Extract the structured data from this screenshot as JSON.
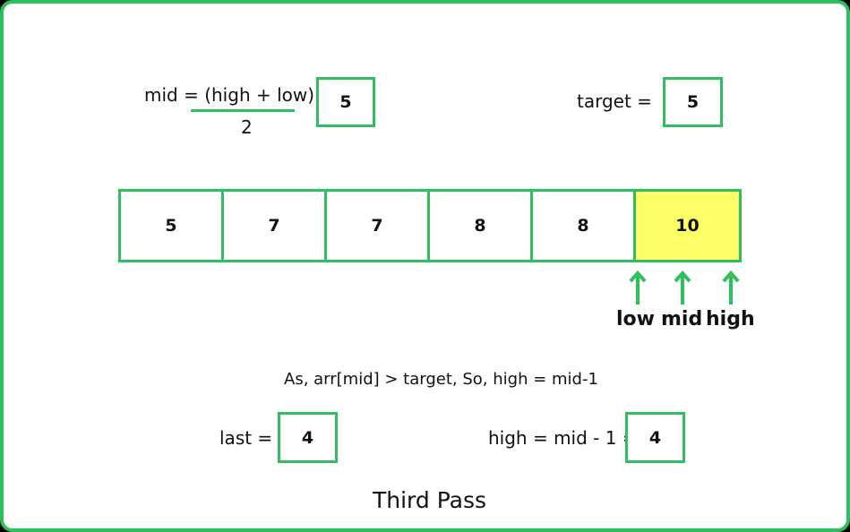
{
  "formula": {
    "lhs": "mid = (high + low) =",
    "denominator": "2",
    "result": "5"
  },
  "target": {
    "label": "target =",
    "value": "5"
  },
  "array": {
    "cells": [
      "5",
      "7",
      "7",
      "8",
      "8",
      "10"
    ],
    "highlight_index": 5,
    "highlight_color": "#ffff66"
  },
  "pointers": {
    "low": "low",
    "mid": "mid",
    "high": "high"
  },
  "condition": "As, arr[mid] > target, So,  high = mid-1",
  "last": {
    "label": "last =",
    "value": "4"
  },
  "high_update": {
    "label": "high = mid - 1 =",
    "value": "4"
  },
  "caption": "Third Pass",
  "colors": {
    "accent": "#2fbf5f",
    "border": "#2fbf5f"
  }
}
